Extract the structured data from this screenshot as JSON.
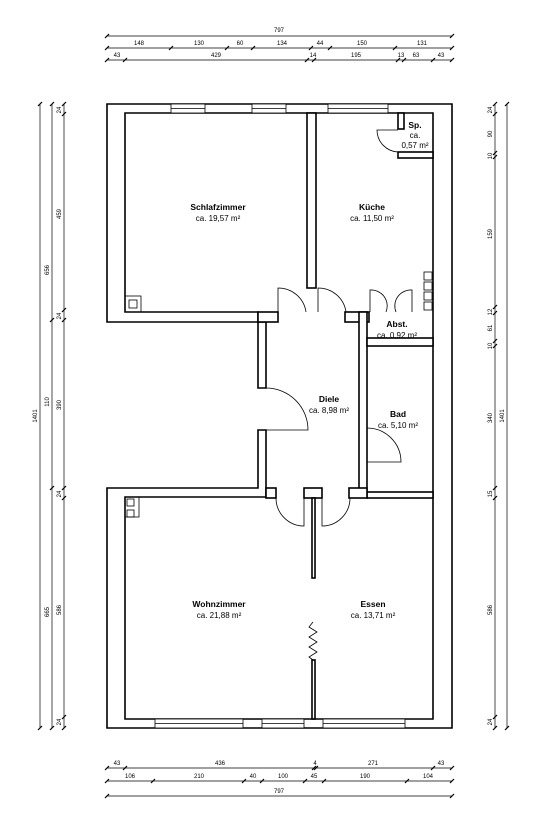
{
  "rooms": {
    "schlafzimmer": {
      "name": "Schlafzimmer",
      "area": "ca. 19,57 m²"
    },
    "kueche": {
      "name": "Küche",
      "area": "ca. 11,50 m²"
    },
    "sp": {
      "name": "Sp.",
      "area_line1": "ca.",
      "area_line2": "0,57 m²"
    },
    "abst": {
      "name": "Abst.",
      "area": "ca. 0,92 m²"
    },
    "diele": {
      "name": "Diele",
      "area": "ca. 8,98 m²"
    },
    "bad": {
      "name": "Bad",
      "area": "ca. 5,10 m²"
    },
    "wohnzimmer": {
      "name": "Wohnzimmer",
      "area": "ca. 21,88 m²"
    },
    "essen": {
      "name": "Essen",
      "area": "ca. 13,71 m²"
    }
  },
  "dimensions": {
    "top_total": "797",
    "top_row1": [
      "148",
      "130",
      "60",
      "134",
      "44",
      "150",
      "131"
    ],
    "top_row2": [
      "43",
      "429",
      "14",
      "195",
      "13",
      "63",
      "43"
    ],
    "bottom_row1": [
      "43",
      "436",
      "4",
      "271",
      "43"
    ],
    "bottom_row2": [
      "106",
      "210",
      "40",
      "100",
      "45",
      "190",
      "104"
    ],
    "bottom_total": "797",
    "left_outer": [
      "656",
      "110",
      "665"
    ],
    "left_total": "1401",
    "left_inner": [
      "24",
      "459",
      "24",
      "390",
      "24",
      "586",
      "24"
    ],
    "right_inner": [
      "24",
      "90",
      "10",
      "159",
      "12",
      "61",
      "10",
      "340",
      "15",
      "586",
      "24"
    ],
    "right_total": "1401"
  }
}
